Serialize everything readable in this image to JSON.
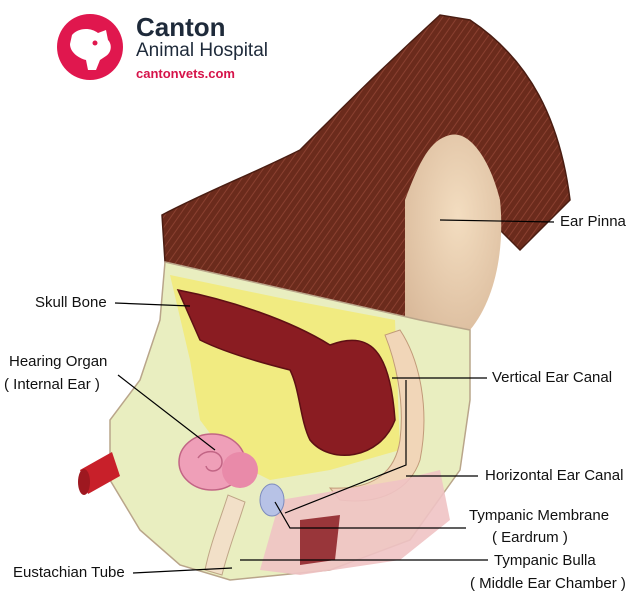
{
  "brand": {
    "name": "Canton",
    "subtitle": "Animal Hospital",
    "url": "cantonvets.com",
    "accent": "#e0174e"
  },
  "labels": {
    "ear_pinna": "Ear Pinna",
    "skull_bone": "Skull Bone",
    "hearing_organ_l1": "Hearing Organ",
    "hearing_organ_l2": "(  Internal Ear )",
    "vertical_canal": "Vertical Ear Canal",
    "horizontal_canal": "Horizontal Ear Canal",
    "tympanic_membrane_l1": "Tympanic Membrane",
    "tympanic_membrane_l2": "( Eardrum )",
    "tympanic_bulla_l1": "Tympanic Bulla",
    "tympanic_bulla_l2": "( Middle Ear Chamber )",
    "eustachian_tube": "Eustachian Tube"
  }
}
